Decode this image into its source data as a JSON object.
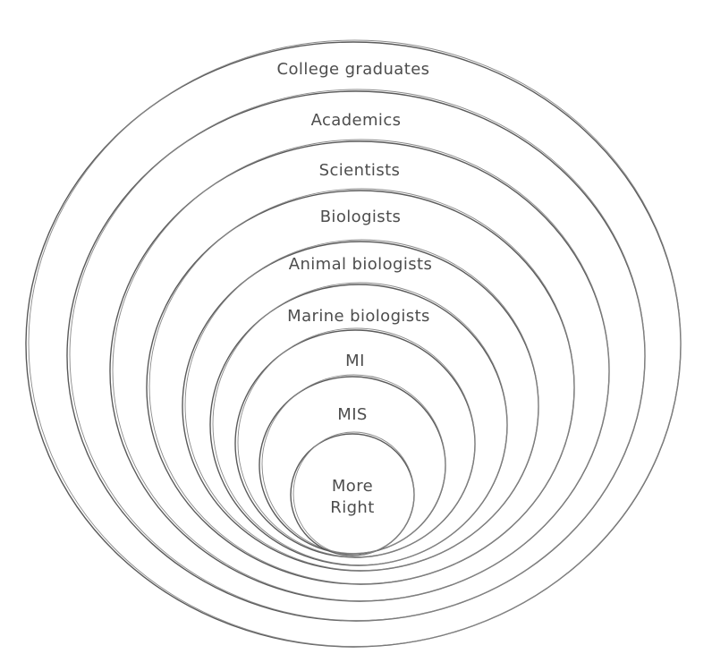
{
  "diagram": {
    "rings": [
      {
        "id": "college-graduates",
        "label_lines": [
          "College graduates"
        ]
      },
      {
        "id": "academics",
        "label_lines": [
          "Academics"
        ]
      },
      {
        "id": "scientists",
        "label_lines": [
          "Scientists"
        ]
      },
      {
        "id": "biologists",
        "label_lines": [
          "Biologists"
        ]
      },
      {
        "id": "animal-biologists",
        "label_lines": [
          "Animal biologists"
        ]
      },
      {
        "id": "marine-biologists",
        "label_lines": [
          "Marine biologists"
        ]
      },
      {
        "id": "mi",
        "label_lines": [
          "MI"
        ]
      },
      {
        "id": "mis",
        "label_lines": [
          "MIS"
        ]
      },
      {
        "id": "more-right",
        "label_lines": [
          "More",
          "Right"
        ]
      }
    ],
    "stroke_color": "#5a5a5a",
    "text_color": "#4d4d4d"
  }
}
